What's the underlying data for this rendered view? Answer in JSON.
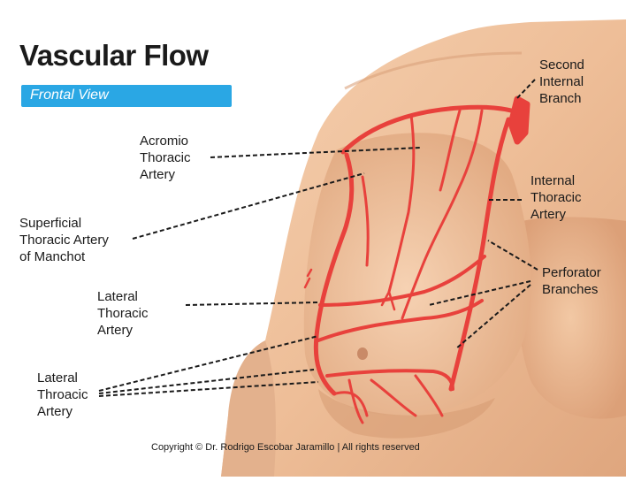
{
  "title": "Vascular Flow",
  "subtitle": "Frontal View",
  "labels": {
    "second_internal_branch": [
      "Second",
      "Internal",
      "Branch"
    ],
    "acromio_thoracic": [
      "Acromio",
      "Thoracic",
      "Artery"
    ],
    "internal_thoracic": [
      "Internal",
      "Thoracic",
      "Artery"
    ],
    "superficial_thoracic": [
      "Superficial",
      "Thoracic Artery",
      "of Manchot"
    ],
    "perforator_branches": [
      "Perforator",
      "Branches"
    ],
    "lateral_thoracic": [
      "Lateral",
      "Thoracic",
      "Artery"
    ],
    "lateral_throacic": [
      "Lateral",
      "Throacic",
      "Artery"
    ]
  },
  "copyright": "Copyright © Dr. Rodrigo Escobar Jaramillo | All rights reserved",
  "colors": {
    "accent": "#2aa7e4",
    "artery": "#e8413c",
    "skin_light": "#f3c9a6",
    "skin_dark": "#d9a07a"
  }
}
